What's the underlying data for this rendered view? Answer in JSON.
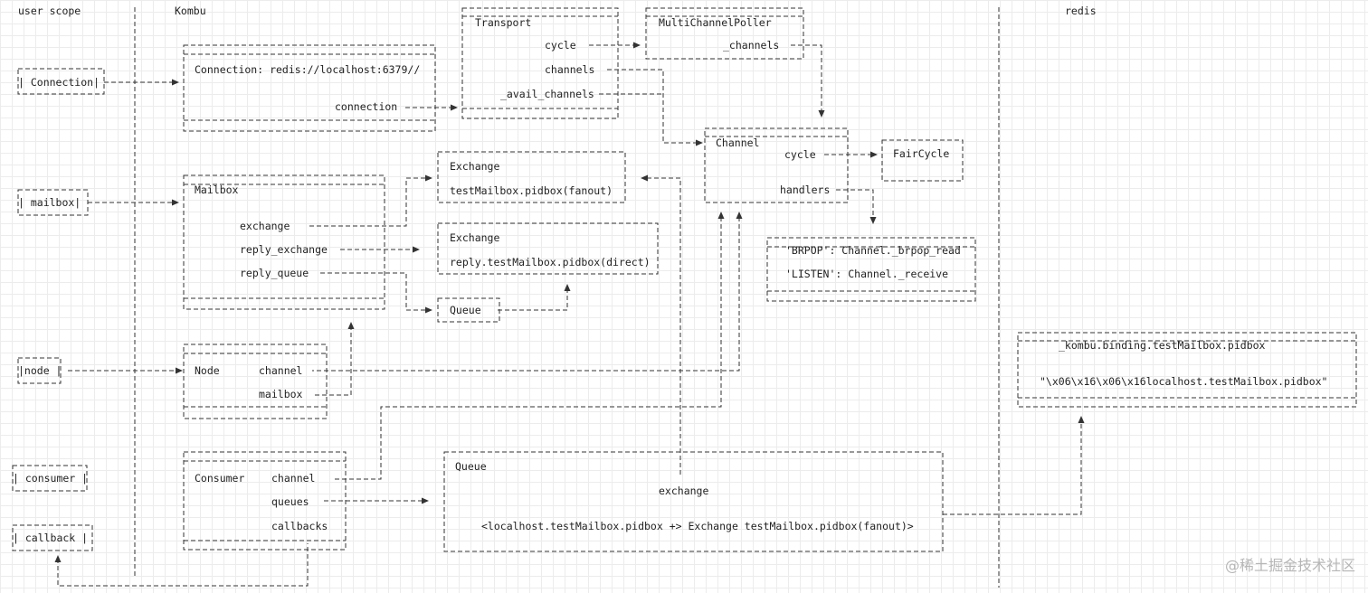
{
  "columns": {
    "user_scope": "user scope",
    "kombu": "Kombu",
    "redis": "redis"
  },
  "user_boxes": {
    "connection": "| Connection|",
    "mailbox": "| mailbox|",
    "node": "|node |",
    "consumer": "| consumer |",
    "callback": "| callback |"
  },
  "connection": {
    "title": "Connection: redis://localhost:6379//",
    "field": "connection"
  },
  "transport": {
    "title": "Transport",
    "cycle": "cycle",
    "channels": "channels",
    "avail": "_avail_channels"
  },
  "poller": {
    "title": "MultiChannelPoller",
    "channels": "_channels"
  },
  "channel": {
    "title": "Channel",
    "cycle": "cycle",
    "handlers": "handlers"
  },
  "faircycle": {
    "title": "FairCycle"
  },
  "handlers": {
    "brpop": "'BRPOP': Channel._brpop_read",
    "listen": "'LISTEN': Channel._receive"
  },
  "mailbox": {
    "title": "Mailbox",
    "exchange": "exchange",
    "reply_exchange": "reply_exchange",
    "reply_queue": "reply_queue"
  },
  "exchange1": {
    "title": "Exchange",
    "name": "testMailbox.pidbox(fanout)"
  },
  "exchange2": {
    "title": "Exchange",
    "name": "reply.testMailbox.pidbox(direct)"
  },
  "queue_small": {
    "title": "Queue"
  },
  "node": {
    "title": "Node",
    "channel": "channel",
    "mailbox": "mailbox"
  },
  "consumer": {
    "title": "Consumer",
    "channel": "channel",
    "queues": "queues",
    "callbacks": "callbacks"
  },
  "queue_big": {
    "title": "Queue",
    "exchange": "exchange",
    "binding": "<localhost.testMailbox.pidbox +> Exchange testMailbox.pidbox(fanout)>"
  },
  "redis_key": {
    "key": "_kombu.binding.testMailbox.pidbox",
    "value": "\"\\x06\\x16\\x06\\x16localhost.testMailbox.pidbox\""
  },
  "watermark": "@稀土掘金技术社区"
}
